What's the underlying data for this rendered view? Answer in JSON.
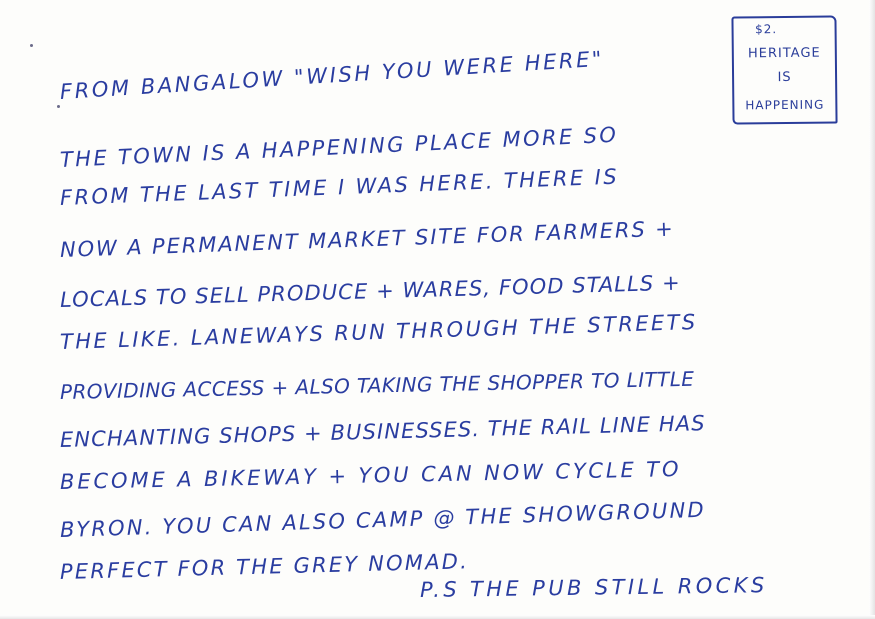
{
  "stamp": {
    "price": "$2.",
    "line1": "HERITAGE",
    "line2": "IS",
    "line3": "HAPPENING"
  },
  "message": {
    "lines": [
      "FROM BANGALOW \"WISH YOU WERE HERE\"",
      "THE TOWN IS A HAPPENING PLACE MORE SO",
      "FROM THE LAST TIME I WAS HERE. THERE IS",
      "NOW A PERMANENT MARKET SITE FOR FARMERS +",
      "LOCALS TO SELL PRODUCE + WARES, FOOD STALLS +",
      "THE LIKE. LANEWAYS RUN THROUGH THE STREETS",
      "PROVIDING ACCESS + ALSO TAKING THE SHOPPER TO LITTLE",
      "ENCHANTING SHOPS + BUSINESSES. THE RAIL LINE HAS",
      "BECOME A BIKEWAY + YOU CAN NOW CYCLE TO",
      "BYRON. YOU CAN ALSO CAMP @ THE SHOWGROUND",
      "PERFECT FOR THE GREY NOMAD.",
      "P.S THE PUB STILL ROCKS"
    ]
  },
  "colors": {
    "ink": "#2a3da0",
    "paper": "#fdfdfb"
  }
}
